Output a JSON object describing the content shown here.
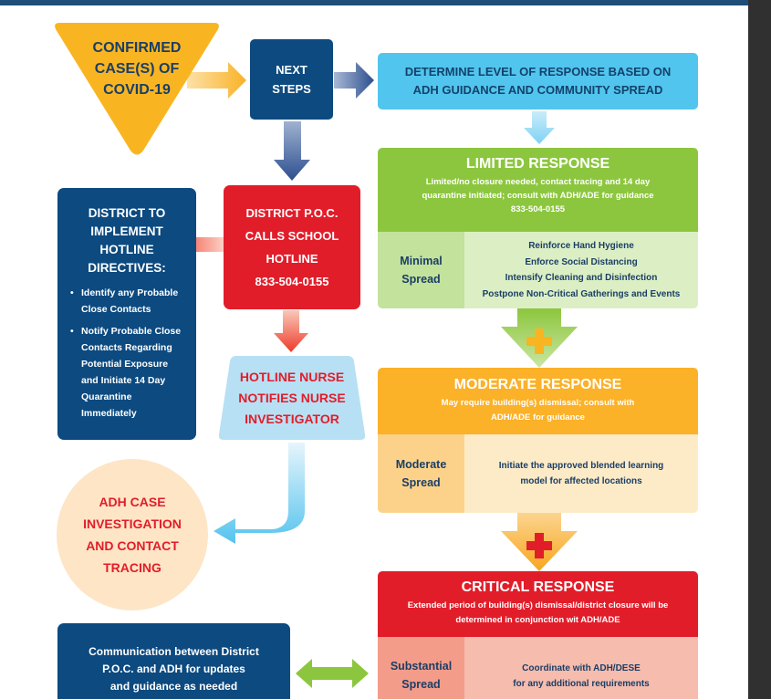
{
  "confirmed": {
    "lines": [
      "CONFIRMED",
      "CASE(S) OF",
      "COVID-19"
    ]
  },
  "next_steps": {
    "lines": [
      "NEXT",
      "STEPS"
    ]
  },
  "determine": {
    "lines": [
      "DETERMINE LEVEL OF RESPONSE BASED ON",
      "ADH GUIDANCE AND COMMUNITY SPREAD"
    ]
  },
  "poc": {
    "lines": [
      "DISTRICT P.O.C.",
      "CALLS SCHOOL",
      "HOTLINE",
      "833-504-0155"
    ]
  },
  "district": {
    "title_lines": [
      "DISTRICT TO",
      "IMPLEMENT",
      "HOTLINE",
      "DIRECTIVES:"
    ],
    "bullets": [
      "Identify any Probable Close Contacts",
      "Notify Probable Close Contacts Regarding Potential Exposure and Initiate 14 Day Quarantine Immediately"
    ]
  },
  "nurse": {
    "lines": [
      "HOTLINE NURSE",
      "NOTIFIES NURSE",
      "INVESTIGATOR"
    ]
  },
  "adh_case": {
    "lines": [
      "ADH CASE",
      "INVESTIGATION",
      "AND CONTACT",
      "TRACING"
    ]
  },
  "communication": {
    "lines": [
      "Communication between District",
      "P.O.C. and ADH for updates",
      "and guidance as needed"
    ]
  },
  "limited": {
    "title": "LIMITED RESPONSE",
    "desc_lines": [
      "Limited/no closure needed, contact tracing and 14 day",
      "quarantine initiated; consult with ADH/ADE for guidance",
      "833-504-0155"
    ],
    "level_lines": [
      "Minimal",
      "Spread"
    ],
    "actions": [
      "Reinforce Hand Hygiene",
      "Enforce Social Distancing",
      "Intensify Cleaning and Disinfection",
      "Postpone Non-Critical Gatherings and Events"
    ]
  },
  "moderate": {
    "title": "MODERATE RESPONSE",
    "desc_lines": [
      "May require building(s) dismissal; consult with",
      "ADH/ADE for guidance"
    ],
    "level_lines": [
      "Moderate",
      "Spread"
    ],
    "actions": [
      "Initiate the approved blended learning",
      "model for affected locations"
    ]
  },
  "critical": {
    "title": "CRITICAL RESPONSE",
    "desc_lines": [
      "Extended period of building(s) dismissal/district closure will be",
      "determined in conjunction wit ADH/ADE"
    ],
    "level_lines": [
      "Substantial",
      "Spread"
    ],
    "actions": [
      "Coordinate with ADH/DESE",
      "for any additional requirements"
    ]
  },
  "colors": {
    "navy": "#0c4a80",
    "red": "#e21d2a",
    "sky": "#51c5ee",
    "green": "#8cc63e",
    "orange": "#fbb128",
    "yellow": "#f9b521"
  }
}
